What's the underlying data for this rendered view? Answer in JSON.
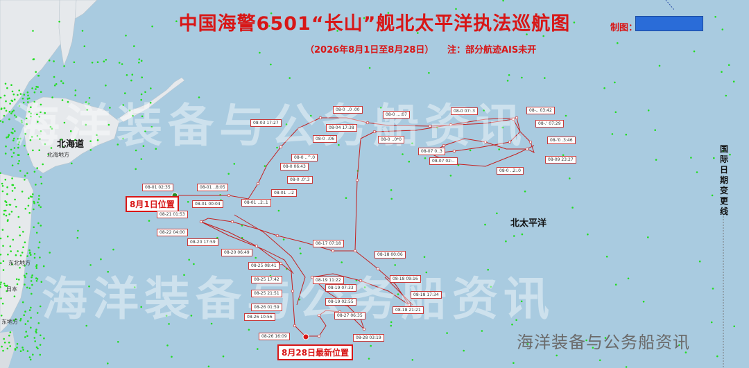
{
  "title": "中国海警6501“长山”舰北太平洋执法巡航图",
  "subtitle": "（2026年8月1日至8月28日）",
  "note": "注：部分航迹AIS未开",
  "credit_label": "制图：",
  "regions": {
    "hokkaido": "北海道",
    "hokkaido_small": "北海地方",
    "tohoku_small": "东北地方",
    "japan_small": "日本",
    "kanto_small": "东地方",
    "north_pacific": "北太平洋",
    "idl": "国际日期变更线"
  },
  "watermark": "海洋装备与公务船资讯",
  "watermark_small": "海洋装备与公务船资讯",
  "start_label": "8月1日位置",
  "end_label": "8月28日最新位置",
  "time_labels": [
    "08-01 02:35",
    "08-01 ..8:05",
    "08-01 00:04",
    "08-01 ..2:.1",
    "08-01 ..:2",
    "08-0 .0'.3",
    "08-0 06:43",
    "08-0 ..^.0",
    "08-03 17:27",
    "08-04 17:38",
    "08-0 .:06",
    "08-0 ..0 .00",
    "08-0 ...:07",
    "08-0 ..0*0",
    "08-0 07:.3",
    "08-07 0..3",
    "08-07 02:..",
    "08-0 ..2:.0",
    "08-09 23:27",
    "08-'0 .3:46",
    "08-.' 07:29",
    "08-.. 03:42",
    "08-17 07:18",
    "08-18 00:06",
    "08-18 09:16",
    "08-18 17:34",
    "08-18 21:21",
    "08-19 11:22",
    "08-19 07:33",
    "08-19 02:55",
    "08-21 01:53",
    "08-22 04:00",
    "08-20 17:59",
    "08-20 06:49",
    "08-25 08:41",
    "08-25 17:42",
    "08-25 21:51",
    "08-26 01:59",
    "08-26 10:56",
    "08-26 16:09",
    "08-27 06:35",
    "08-28 03:19"
  ],
  "colors": {
    "title": "#d81616",
    "track": "#c42020",
    "ocean": "#a9cbe0",
    "land": "#e6e9ec",
    "ais_dots": "#22dd22"
  }
}
